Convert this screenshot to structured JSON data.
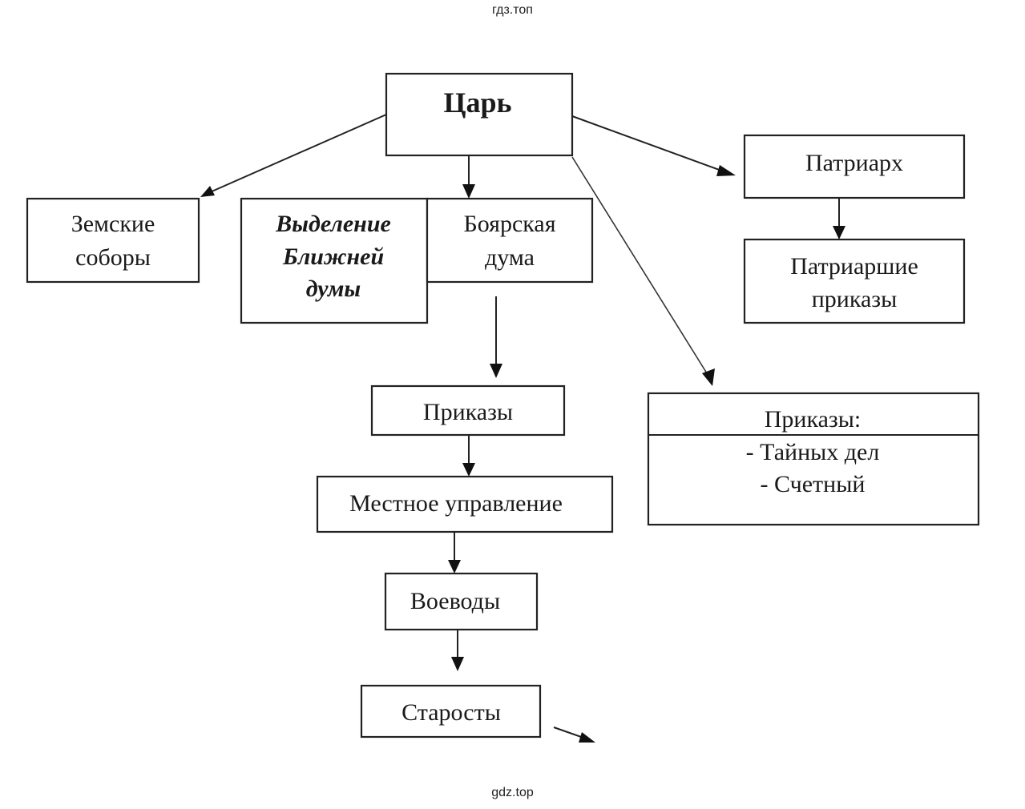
{
  "watermark_top": "гдз.топ",
  "watermark_bottom": "gdz.top",
  "nodes": {
    "tsar": "Царь",
    "zemskie_1": "Земские",
    "zemskie_2": "соборы",
    "blizhnyaya_1": "Выделение",
    "blizhnyaya_2": "Ближней",
    "blizhnyaya_3": "думы",
    "boyarskaya_1": "Боярская",
    "boyarskaya_2": "дума",
    "patriarkh": "Патриарх",
    "patriarshie_1": "Патриаршие",
    "patriarshie_2": "приказы",
    "prikazy": "Приказы",
    "mestnoe": "Местное управление",
    "voevody": "Воеводы",
    "starosty": "Старосты",
    "special_header": "Приказы:",
    "special_items": [
      "- Тайных дел",
      "- Счетный"
    ]
  },
  "edges": [
    {
      "from": "Царь",
      "to": "Земские соборы"
    },
    {
      "from": "Царь",
      "to": "Боярская дума"
    },
    {
      "from": "Царь",
      "to": "Патриарх"
    },
    {
      "from": "Царь",
      "to": "Приказы: Тайных дел, Счетный"
    },
    {
      "from": "Патриарх",
      "to": "Патриаршие приказы"
    },
    {
      "from": "Боярская дума",
      "to": "Приказы"
    },
    {
      "from": "Приказы",
      "to": "Местное управление"
    },
    {
      "from": "Местное управление",
      "to": "Воеводы"
    },
    {
      "from": "Воеводы",
      "to": "Старосты"
    },
    {
      "from": "Старосты",
      "to": ""
    }
  ]
}
